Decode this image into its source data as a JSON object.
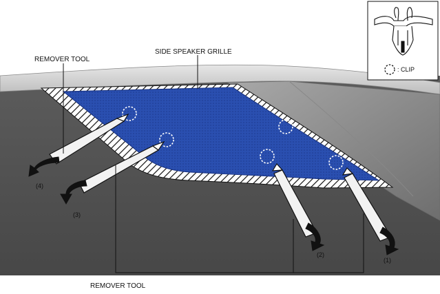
{
  "labels": {
    "grille": "SIDE SPEAKER GRILLE",
    "remover_top": "REMOVER TOOL",
    "remover_bottom": "REMOVER TOOL",
    "legend_clip": ": CLIP"
  },
  "steps": [
    "(1)",
    "(2)",
    "(3)",
    "(4)"
  ],
  "colors": {
    "grille_fill": "#2a4fb0",
    "panel_fill": "#555555",
    "trim_fill": "#cfcfcf"
  }
}
